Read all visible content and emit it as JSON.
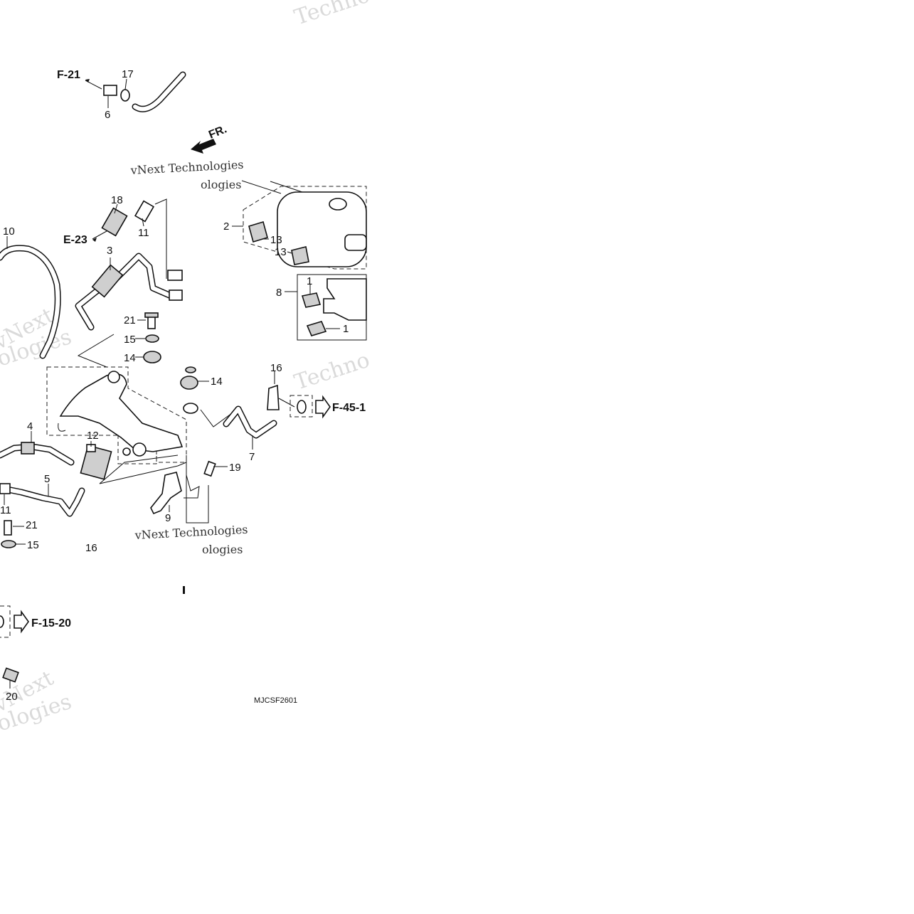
{
  "diagram": {
    "part_code": "MJCSF2601",
    "direction": "FR.",
    "refs": {
      "f21": "F-21",
      "e23": "E-23",
      "f45": "F-45-1",
      "f15": "F-15-20"
    },
    "callouts": {
      "c1a": "1",
      "c1b": "1",
      "c2": "2",
      "c3": "3",
      "c4": "4",
      "c5": "5",
      "c6": "6",
      "c7": "7",
      "c8": "8",
      "c9": "9",
      "c10": "10",
      "c11a": "11",
      "c11b": "11",
      "c12": "12",
      "c13a": "13",
      "c13b": "13",
      "c14a": "14",
      "c14b": "14",
      "c15a": "15",
      "c15b": "15",
      "c16a": "16",
      "c16b": "16",
      "c17": "17",
      "c18": "18",
      "c19": "19",
      "c20": "20",
      "c21a": "21",
      "c21b": "21"
    },
    "watermarks": {
      "brand": "vNext Technologies",
      "tech": "Techno",
      "next": "vNext",
      "logies": "ologies"
    }
  }
}
